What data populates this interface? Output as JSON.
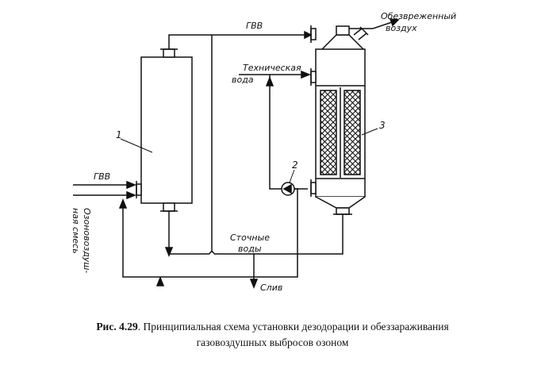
{
  "labels": {
    "gvv_top": "ГВВ",
    "gvv_left": "ГВВ",
    "clean_air_1": "Обезвреженный",
    "clean_air_2": "воздух",
    "tech_water_1": "Техническая",
    "tech_water_2": "вода",
    "waste_water_1": "Сточные",
    "waste_water_2": "воды",
    "drain": "Слив",
    "ozone_mix_1": "Озоновоздуш-",
    "ozone_mix_2": "ная смесь",
    "num_1": "1",
    "num_2": "2",
    "num_3": "3"
  },
  "caption": {
    "figure": "Рис. 4.29",
    "line1": ". Принципиальная схема установки дезодорации и обеззараживания",
    "line2": "газовоздушных выбросов озоном"
  }
}
